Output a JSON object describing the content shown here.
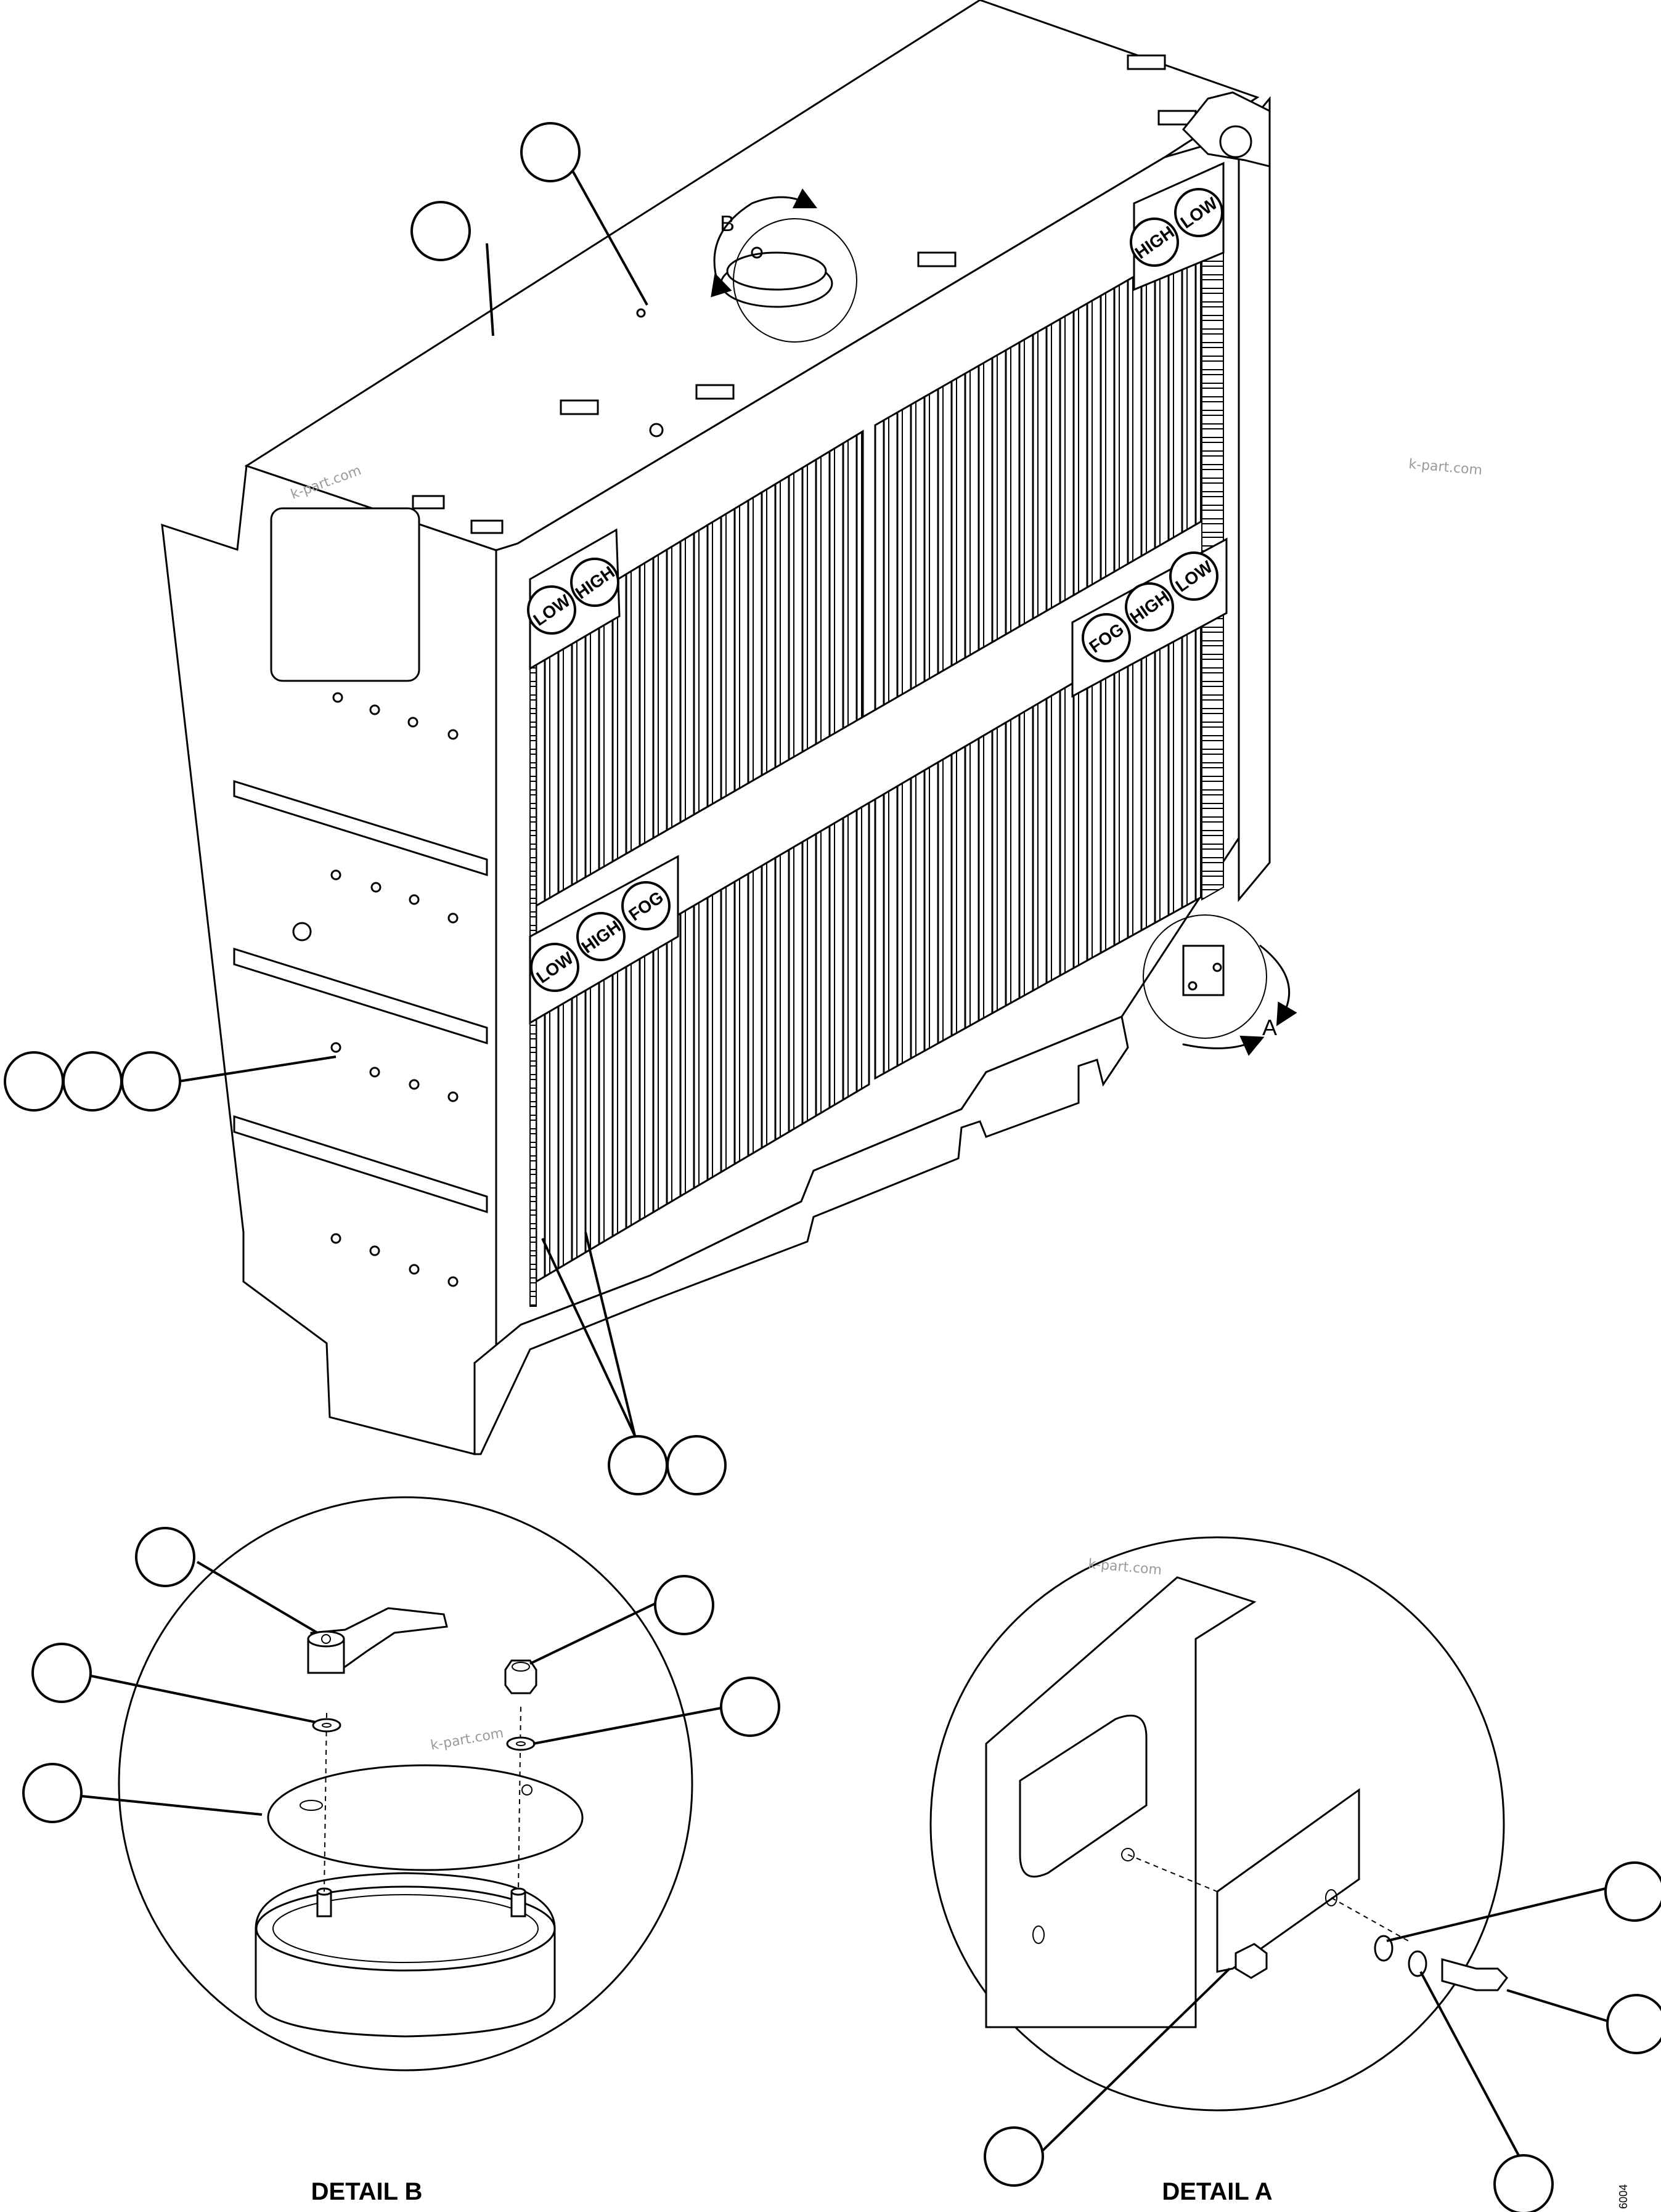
{
  "watermarks": [
    "k-part.com",
    "k-part.com",
    "k-part.com",
    "k-part.com"
  ],
  "arrow_labels": {
    "detail_b": "B",
    "detail_a": "A"
  },
  "lamp_labels": {
    "upper_right": [
      "HIGH",
      "LOW"
    ],
    "upper_left": [
      "LOW",
      "HIGH"
    ],
    "middle_right": [
      "FOG",
      "HIGH",
      "LOW"
    ],
    "lower_left": [
      "LOW",
      "HIGH",
      "FOG"
    ]
  },
  "captions": {
    "detail_b": "DETAIL B",
    "detail_a": "DETAIL A"
  },
  "drawing_code": "6004"
}
